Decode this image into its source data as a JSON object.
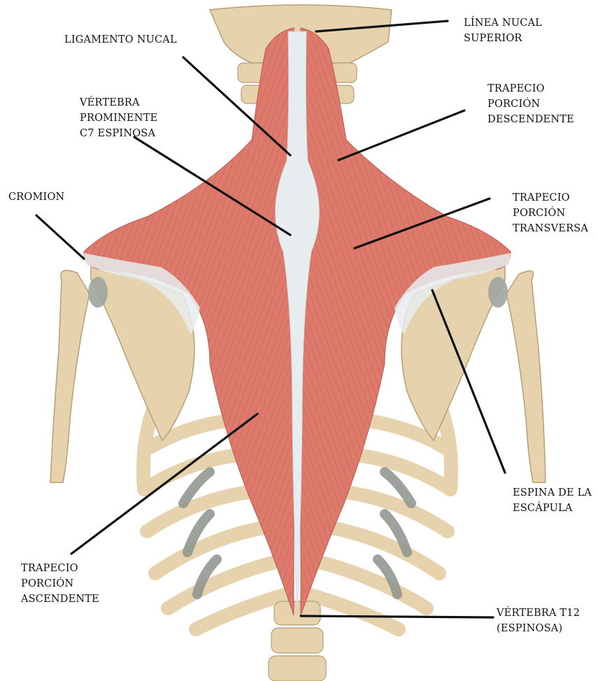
{
  "colors": {
    "muscle": "#dd7a6c",
    "muscle_dark": "#c9675a",
    "tendon": "#e7ecef",
    "bone": "#e6d2ad",
    "bone_shade": "#cdb68c",
    "cartilage": "#8d948b",
    "leader": "#111111"
  },
  "labels": {
    "linea_nucal": [
      "LÍNEA NUCAL",
      "SUPERIOR"
    ],
    "ligamento_nucal": [
      "LIGAMENTO NUCAL"
    ],
    "vertebra_prominente": [
      "VÉRTEBRA",
      "PROMINENTE",
      "C7 ESPINOSA"
    ],
    "trapecio_descendente": [
      "TRAPECIO",
      "PORCIÓN",
      "DESCENDENTE"
    ],
    "acromion": [
      "CROMION"
    ],
    "trapecio_transversa": [
      "TRAPECIO",
      "PORCIÓN",
      "TRANSVERSA"
    ],
    "espina_escapula": [
      "ESPINA DE LA",
      "ESCÁPULA"
    ],
    "trapecio_ascendente": [
      "TRAPECIO",
      "PORCIÓN",
      "ASCENDENTE"
    ],
    "vertebra_t12": [
      "VÉRTEBRA T12",
      "(ESPINOSA)"
    ]
  }
}
